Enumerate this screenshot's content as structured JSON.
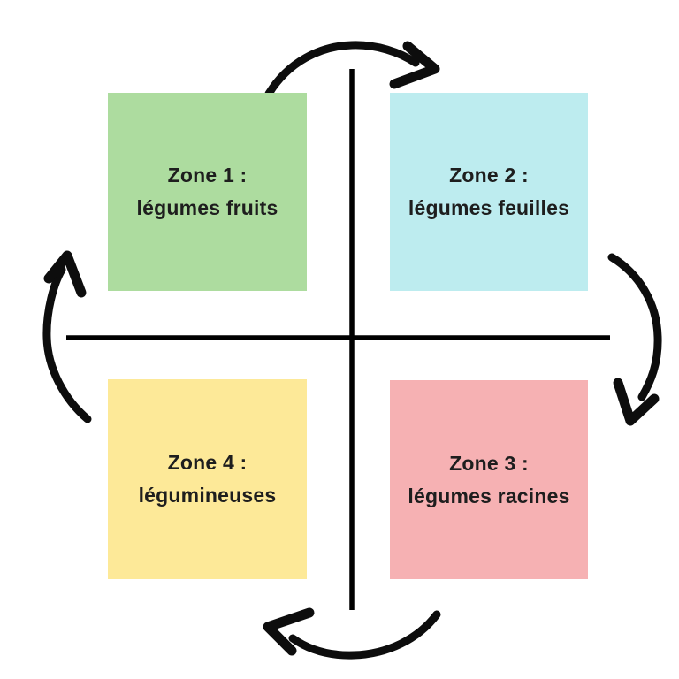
{
  "page": {
    "background": "#ffffff"
  },
  "colors": {
    "cross_line": "#000000",
    "arrow": "#0d0d0d",
    "zone_text": "#1e1e1e",
    "zone1_bg": "#addc9f",
    "zone2_bg": "#bdecef",
    "zone3_bg": "#f6b1b3",
    "zone4_bg": "#fde998"
  },
  "zones": {
    "zone1": {
      "title": "Zone 1 :",
      "subtitle": "légumes fruits",
      "color": "#addc9f",
      "position": "top-left"
    },
    "zone2": {
      "title": "Zone 2 :",
      "subtitle": "légumes feuilles",
      "color": "#bdecef",
      "position": "top-right"
    },
    "zone3": {
      "title": "Zone 3 :",
      "subtitle": "légumes racines",
      "color": "#f6b1b3",
      "position": "bottom-right"
    },
    "zone4": {
      "title": "Zone 4 :",
      "subtitle": "légumineuses",
      "color": "#fde998",
      "position": "bottom-left"
    }
  },
  "arrows": {
    "rotation": "clockwise",
    "top": {
      "from": "zone1",
      "to": "zone2"
    },
    "right": {
      "from": "zone2",
      "to": "zone3"
    },
    "bottom": {
      "from": "zone3",
      "to": "zone4"
    },
    "left": {
      "from": "zone4",
      "to": "zone1"
    }
  }
}
